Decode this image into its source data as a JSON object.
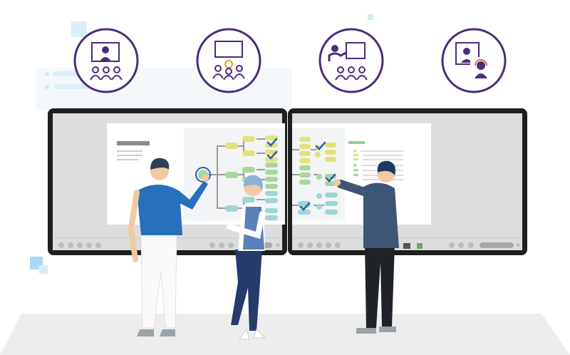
{
  "scene": {
    "icons": [
      "video-conference-icon",
      "brainstorm-lightbulb-icon",
      "presentation-icon",
      "remote-support-headset-icon"
    ],
    "people": [
      "man-blue-shirt",
      "woman-blue-vest",
      "man-navy-jacket"
    ]
  },
  "colors": {
    "icon_ring": "#4a2c7a",
    "bezel": "#1e1e1e",
    "screen": "#dcdddf",
    "node_yellow": "#e2e27a",
    "node_green": "#a9d6a0",
    "node_teal": "#9ed6d4",
    "check": "#2a5fb0",
    "floor": "#ededed",
    "accent_square": "#cfe9f5"
  }
}
